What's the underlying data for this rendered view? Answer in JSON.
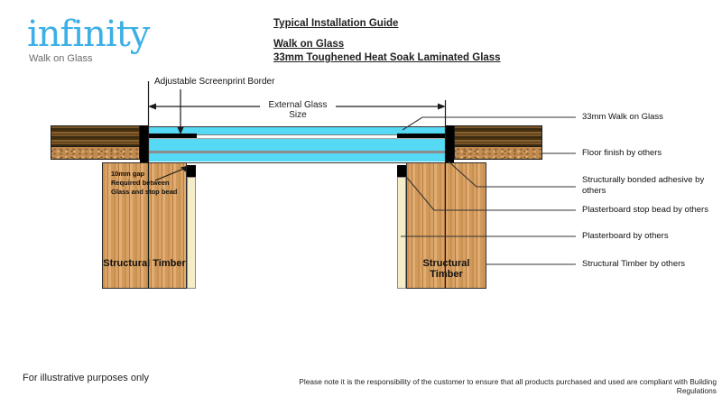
{
  "colors": {
    "logo_blue": "#3CB0E6",
    "glass": "#55D9F5",
    "timber": "#D59A60",
    "plasterboard": "#F4EDC8",
    "adhesive": "#000000"
  },
  "logo": {
    "name": "infinity",
    "tagline": "Walk on Glass"
  },
  "header": {
    "title": "Typical Installation Guide",
    "subtitle1": "Walk on Glass",
    "subtitle2": "33mm Toughened Heat Soak Laminated Glass"
  },
  "diagram": {
    "screenprint_label": "Adjustable Screenprint Border",
    "dimension_label": "External Glass Size",
    "gap_note": {
      "line1": "10mm gap",
      "line2": "Required between",
      "line3": "Glass and stop bead"
    },
    "timber_label_left": "Structural Timber",
    "timber_label_right": "Structural Timber",
    "callouts": {
      "items": [
        {
          "text": "33mm Walk on Glass"
        },
        {
          "text": "Floor finish by others"
        },
        {
          "text": "Structurally bonded adhesive by others"
        },
        {
          "text": "Plasterboard stop bead by others"
        },
        {
          "text": "Plasterboard by others"
        },
        {
          "text": "Structural Timber by others"
        }
      ]
    }
  },
  "footer": {
    "left_note": "For illustrative purposes only",
    "right_note": "Please note it is the responsibility of the customer to ensure that all products purchased and used are compliant with Building Regulations"
  }
}
